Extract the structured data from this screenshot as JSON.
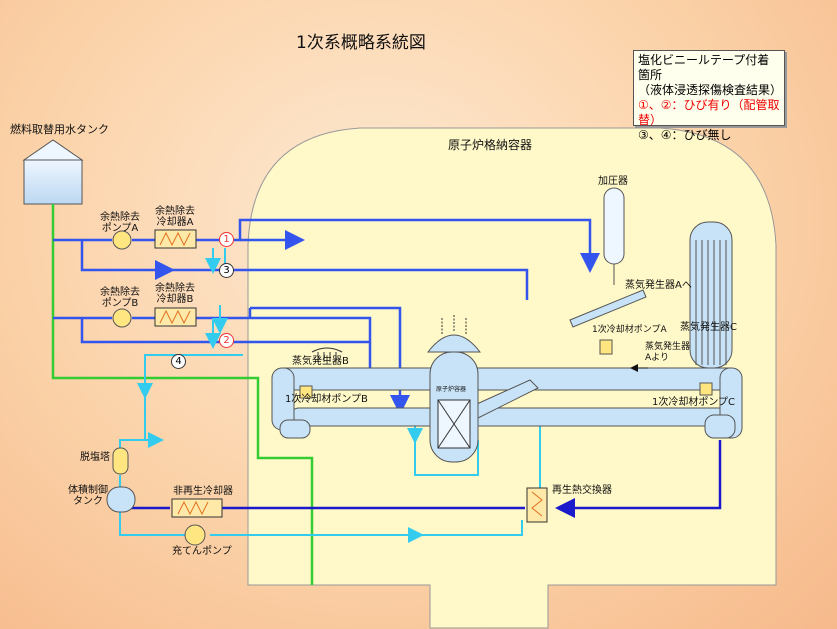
{
  "title": "1次系概略系統図",
  "legend": {
    "line1": "塩化ビニールテープ付着箇所",
    "line2": "（液体浸透探傷検査結果）",
    "line3": "①、②：ひび有り（配管取替）",
    "line4": "③、④：ひび無し"
  },
  "markers": {
    "m1": "1",
    "m2": "2",
    "m3": "3",
    "m4": "4"
  },
  "labels": {
    "fuel_tank": "燃料取替用水タンク",
    "containment": "原子炉格納容器",
    "rhr_pump_a": "余熱除去\nポンプA",
    "rhr_hx_a": "余熱除去\n冷却器A",
    "rhr_pump_b": "余熱除去\nポンプB",
    "rhr_hx_b": "余熱除去\n冷却器B",
    "pressurizer": "加圧器",
    "sg_a_to": "蒸気発生器Aへ",
    "pump_a": "1次冷却材ポンプA",
    "sg_a_from": "蒸気発生器\nAより",
    "sg_b": "蒸気発生器B",
    "sg_c": "蒸気発生器C",
    "pump_b": "1次冷却材ポンプB",
    "pump_c": "1次冷却材ポンプC",
    "reactor": "原子炉容器",
    "degasifier": "脱塩塔",
    "vct": "体積制御\nタンク",
    "nonregen_hx": "非再生冷却器",
    "regen_hx": "再生熱交換器",
    "charging_pump": "充てんポンプ"
  },
  "colors": {
    "rhr_line": "#3355ee",
    "green_line": "#33cc33",
    "cyan_line": "#33ccee",
    "dark_line": "#1a1acc",
    "primary_loop": "#c8e3f7",
    "containment": "#fff8c8",
    "marker_red": "#e33333"
  }
}
